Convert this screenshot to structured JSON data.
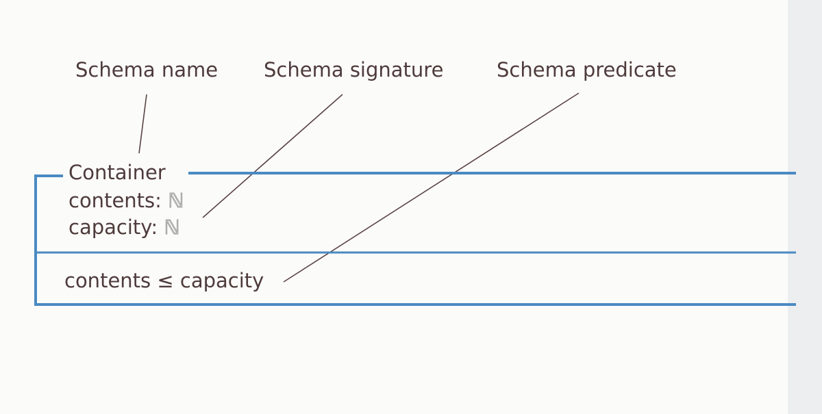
{
  "labels": {
    "name": "Schema name",
    "signature": "Schema signature",
    "predicate": "Schema predicate"
  },
  "schema": {
    "name": "Container",
    "declarations": [
      {
        "var": "contents:",
        "type": "ℕ"
      },
      {
        "var": "capacity:",
        "type": "ℕ"
      }
    ],
    "predicate": "contents ≤ capacity"
  },
  "colors": {
    "box": "#4a8ac2",
    "text": "#4e3b3b",
    "leader": "#5a4444"
  }
}
